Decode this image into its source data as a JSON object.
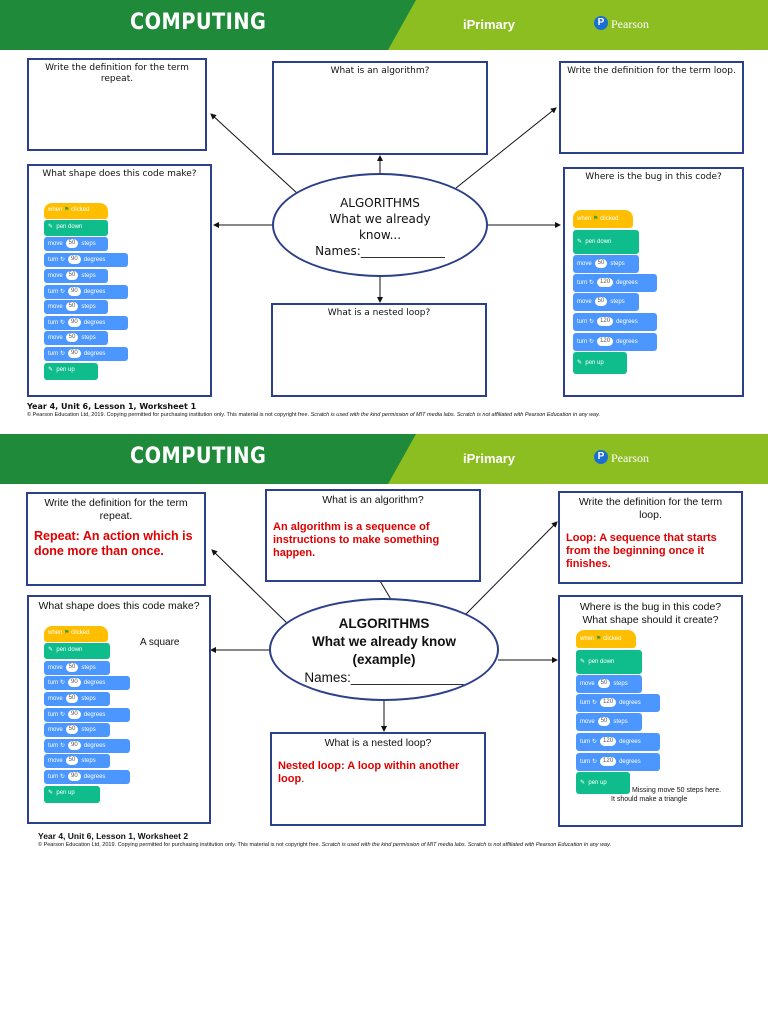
{
  "header": {
    "title": "COMPUTING",
    "brand": "iPrimary",
    "publisher": "Pearson",
    "logo_letter": "P"
  },
  "worksheet1": {
    "repeat_q": "Write the definition for the term repeat.",
    "algorithm_q": "What is an algorithm?",
    "loop_q": "Write the definition for the term loop.",
    "shape_q": "What shape does this code make?",
    "bug_q": "Where is the bug in this code?",
    "nested_q": "What is a nested loop?",
    "center_title": "ALGORITHMS",
    "center_line2": "What we already",
    "center_line3": "know...",
    "center_names": "Names:______________",
    "footer": "Year 4, Unit 6, Lesson 1, Worksheet 1",
    "copyright": "© Pearson Education Ltd, 2019. Copying permitted for purchasing institution only. This material is not copyright free.",
    "copyright_italic": "Scratch is used with the kind permission of MIT media labs. Scratch is not affiliated with Pearson Education in any way."
  },
  "worksheet2": {
    "repeat_q": "Write the definition for the term repeat.",
    "repeat_a": "Repeat: An action which is done more than once.",
    "algorithm_q": "What is an algorithm?",
    "algorithm_a": "An algorithm is a sequence of instructions to make something happen.",
    "loop_q": "Write the definition for the term loop.",
    "loop_a": "Loop: A sequence that starts from the beginning once it finishes.",
    "shape_q": "What shape does this code make?",
    "shape_a": "A square",
    "bug_q1": "Where is the bug in this code?",
    "bug_q2": "What shape should it create?",
    "bug_note1": "Missing move 50 steps here.",
    "bug_note2": "It should make a triangle",
    "nested_q": "What is a nested loop?",
    "nested_a": "Nested loop: A loop within another loop",
    "nested_a_end": ".",
    "center_title": "ALGORITHMS",
    "center_line2": "What we already know",
    "center_line3": "(example)",
    "center_names": "Names:_______________",
    "footer": "Year 4, Unit 6, Lesson 1, Worksheet 2",
    "copyright": "© Pearson Education Ltd, 2019. Copying permitted for purchasing institution only. This material is not copyright free.",
    "copyright_italic": "Scratch is used with the kind permission of MIT media labs. Scratch is not affiliated with Pearson Education in any way."
  },
  "blocks": {
    "when": "when",
    "clicked": "clicked",
    "pen_down": "pen down",
    "pen_up": "pen up",
    "move": "move",
    "steps": "steps",
    "turn": "turn",
    "degrees": "degrees",
    "square_move": "50",
    "square_turn": "90",
    "tri_move": "50",
    "tri_turn": "120"
  },
  "colors": {
    "green_dark": "#1f8a3a",
    "green_light": "#8cbe22",
    "border": "#2b3f8a",
    "answer": "#e00000",
    "motion": "#4c97ff",
    "pen": "#0fbd8c",
    "event": "#ffbf00"
  },
  "icons": {
    "flag": "flag-icon",
    "pen": "pen-icon",
    "turn": "turn-right-icon"
  }
}
